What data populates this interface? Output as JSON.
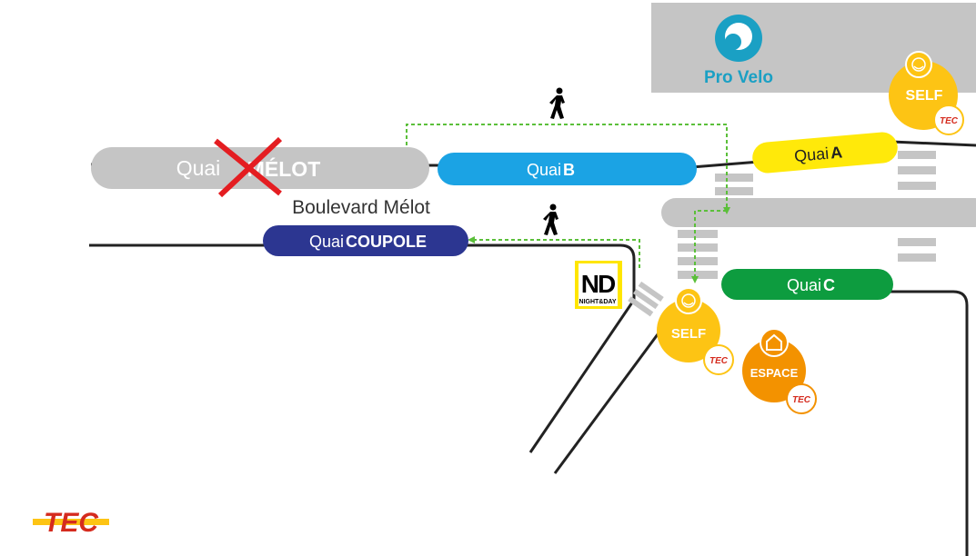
{
  "map": {
    "pro_velo": {
      "name": "Pro Velo",
      "color": "#1aa0c4"
    },
    "quais": {
      "melot": {
        "prefix": "Quai",
        "name": "MÉLOT",
        "status": "closed",
        "color": "#c5c5c5"
      },
      "b": {
        "prefix": "Quai",
        "name": "B",
        "color": "#1ba3e4"
      },
      "a": {
        "prefix": "Quai",
        "name": "A",
        "color": "#ffe90a"
      },
      "coupole": {
        "prefix": "Quai",
        "name": "COUPOLE",
        "color": "#2c3691"
      },
      "c": {
        "prefix": "Quai",
        "name": "C",
        "color": "#0d9c3f"
      }
    },
    "street": {
      "name": "Boulevard Mélot"
    },
    "self_kiosk_top": {
      "label": "SELF",
      "brand": "TEC",
      "color": "#fdc414"
    },
    "self_kiosk_mid": {
      "label": "SELF",
      "brand": "TEC",
      "color": "#fdc414"
    },
    "espace_tec": {
      "label": "ESPACE",
      "brand": "TEC",
      "color": "#f39200"
    },
    "night_day": {
      "logo": "ND",
      "label": "NIGHT&DAY"
    },
    "pedestrian_icon": "walking-person-icon",
    "walk_path_color": "#5bbf3a",
    "tec_logo": {
      "text": "TEC",
      "color": "#d52b1e",
      "stripe": "#fdc414"
    }
  }
}
